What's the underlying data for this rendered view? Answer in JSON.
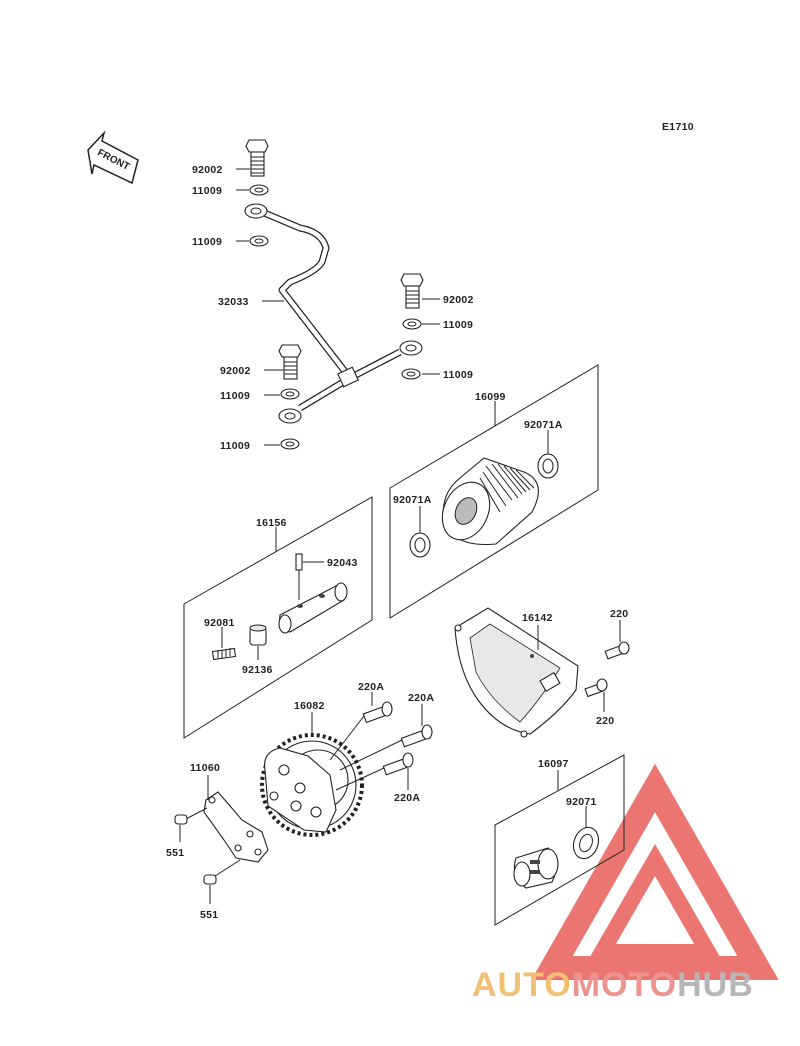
{
  "diagram_code": "E1710",
  "front_label": "FRONT",
  "labels": {
    "p92002_a": "92002",
    "p11009_a": "11009",
    "p11009_b": "11009",
    "p32033": "32033",
    "p92002_b": "92002",
    "p11009_c": "11009",
    "p92002_c": "92002",
    "p11009_d": "11009",
    "p11009_e": "11009",
    "p11009_f": "11009",
    "p16099": "16099",
    "p92071a_a": "92071A",
    "p92071a_b": "92071A",
    "p16156": "16156",
    "p92043": "92043",
    "p92081": "92081",
    "p92136": "92136",
    "p16142": "16142",
    "p220_a": "220",
    "p220_b": "220",
    "p220a_a": "220A",
    "p220a_b": "220A",
    "p220a_c": "220A",
    "p16082": "16082",
    "p11060": "11060",
    "p551_a": "551",
    "p551_b": "551",
    "p16097": "16097",
    "p92071": "92071"
  },
  "watermark": {
    "text_auto": "AUTO",
    "text_moto": "MOTO",
    "text_hub": "HUB",
    "color_auto": "#f2bd6b",
    "color_moto": "#ec8f8a",
    "color_hub": "#b3b3b3",
    "triangle_color": "#ea6f6a"
  }
}
